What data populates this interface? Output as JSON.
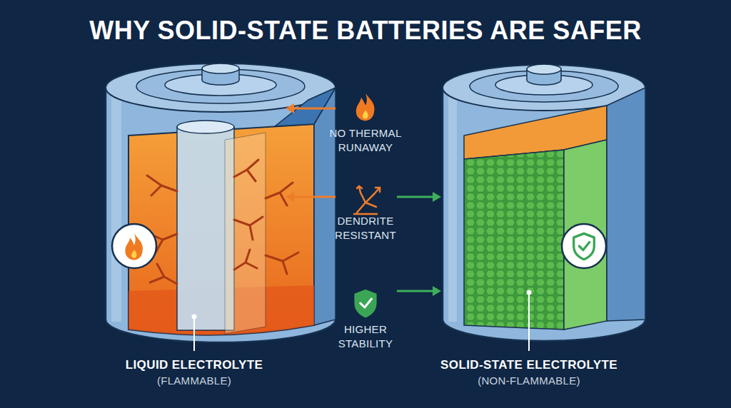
{
  "diagram": {
    "title": "WHY SOLID-STATE BATTERIES ARE SAFER",
    "nodes": [
      {
        "text": [
          "LIQUID ELECTROLYTE",
          "(FLAMMABLE)"
        ]
      },
      {
        "text": [
          "SOLID-STATE ELECTROLYTE",
          "(NON-FLAMMABLE)"
        ]
      }
    ],
    "labels": [
      "NO THERMAL RUNAWAY",
      "DENDRITE RESISTANT",
      "HIGHER STABILITY"
    ]
  }
}
